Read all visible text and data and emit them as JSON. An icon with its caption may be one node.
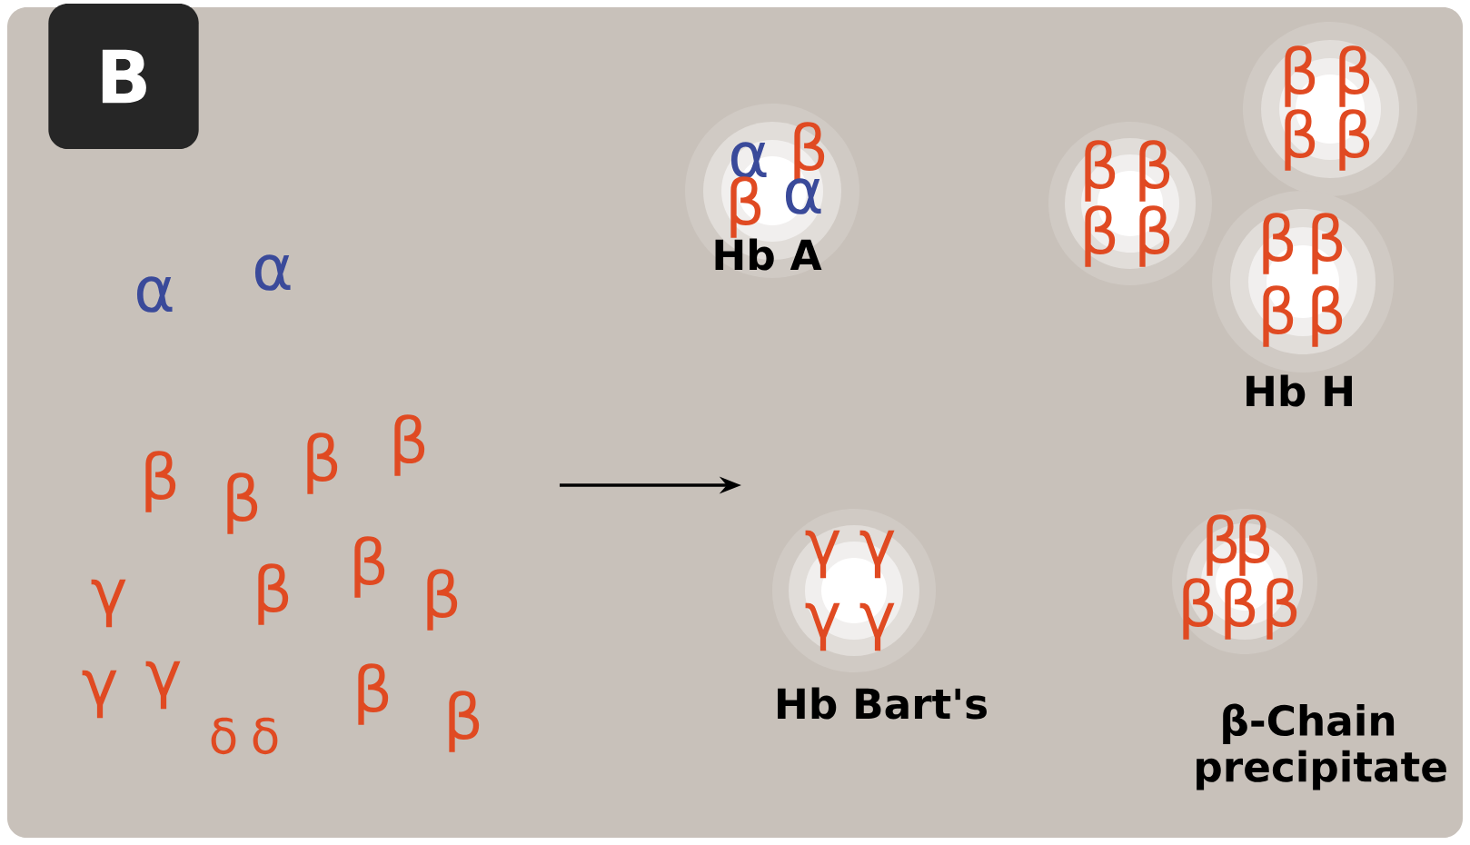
{
  "diagram": {
    "labels": [
      "B",
      "α",
      "α",
      "β",
      "β",
      "β",
      "β",
      "γ",
      "β",
      "β",
      "β",
      "γ",
      "γ",
      "δ",
      "δ",
      "β",
      "β",
      "α",
      "β",
      "β",
      "α",
      "Hb A",
      "β",
      "β",
      "β",
      "β",
      "β",
      "β",
      "β",
      "β",
      "β",
      "β",
      "β",
      "β",
      "Hb H",
      "γ",
      "γ",
      "γ",
      "γ",
      "Hb Bart's",
      "β",
      "β",
      "β",
      "β",
      "β",
      "β-Chain precipitate"
    ]
  }
}
